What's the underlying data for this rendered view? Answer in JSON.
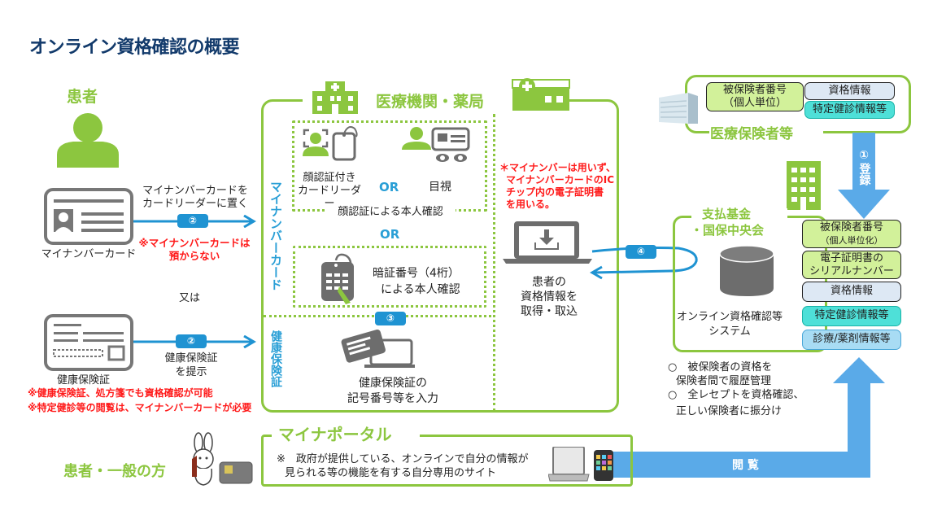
{
  "title": "オンライン資格確認の概要",
  "patient": {
    "label": "患者",
    "mynumber_card_label": "マイナンバーカード",
    "or_label": "又は",
    "health_card_label": "健康保険証",
    "arrow1_text_line1": "マイナンバーカードを",
    "arrow1_text_line2": "カードリーダーに置く",
    "arrow1_badge": "②",
    "arrow1_note_line1": "※マイナンバーカードは",
    "arrow1_note_line2": "預からない",
    "arrow2_badge": "②",
    "arrow2_text_line1": "健康保険証",
    "arrow2_text_line2": "を提示",
    "note1": "※健康保険証、処方箋でも資格確認が可能",
    "note2": "※特定健診等の閲覧は、マイナンバーカードが必要"
  },
  "facility": {
    "label": "医療機関・薬局",
    "side_label_card": "マイナンバーカード",
    "side_label_health": "健康保険証",
    "face_reader_line1": "顔認証付き",
    "face_reader_line2": "カードリーダー",
    "or1": "OR",
    "visual_check": "目視",
    "face_auth_caption": "顔認証による本人確認",
    "or2": "OR",
    "pin_line1": "暗証番号（4桁）",
    "pin_line2": "による本人確認",
    "badge3": "③",
    "health_input_line1": "健康保険証の",
    "health_input_line2": "記号番号等を入力",
    "note_line1": "＊マイナンバーは用いず、",
    "note_line2": "マイナンバーカードのIC",
    "note_line3": "チップ内の電子証明書",
    "note_line4": "を用いる。",
    "retrieve_line1": "患者の",
    "retrieve_line2": "資格情報を",
    "retrieve_line3": "取得・取込",
    "badge4": "④"
  },
  "insurer": {
    "label": "医療保険者等",
    "box_number_line1": "被保険者番号",
    "box_number_line2": "（個人単位）",
    "box_qualification": "資格情報",
    "box_checkup": "特定健診情報等",
    "register_badge": "①",
    "register_label": "登録"
  },
  "fund": {
    "label_line1": "支払基金",
    "label_line2": "・国保中央会",
    "system_line1": "オンライン資格確認等",
    "system_line2": "システム",
    "stack": [
      {
        "line1": "被保険者番号",
        "line2": "（個人単位化）"
      },
      {
        "line1": "電子証明書の",
        "line2": "シリアルナンバー"
      },
      {
        "line1": "資格情報",
        "line2": ""
      },
      {
        "line1": "特定健診情報等",
        "line2": ""
      },
      {
        "line1": "診療/薬剤情報等",
        "line2": ""
      }
    ],
    "bullet1_line1": "○　被保険者の資格を",
    "bullet1_line2": "保険者間で履歴管理",
    "bullet2_line1": "○　全レセプトを資格確認、",
    "bullet2_line2": "正しい保険者に振分け"
  },
  "portal": {
    "general_label": "患者・一般の方",
    "title": "マイナポータル",
    "desc_line1": "※　政府が提供している、オンラインで自分の情報が",
    "desc_line2": "見られる等の機能を有する自分専用のサイト",
    "view_label": "閲 覧"
  },
  "colors": {
    "green": "#8cc63f",
    "blue": "#1f93d2",
    "arrow_blue": "#5aaae8",
    "red": "#ff1a1a",
    "navy": "#123a6b",
    "gray": "#6d6d6d"
  }
}
